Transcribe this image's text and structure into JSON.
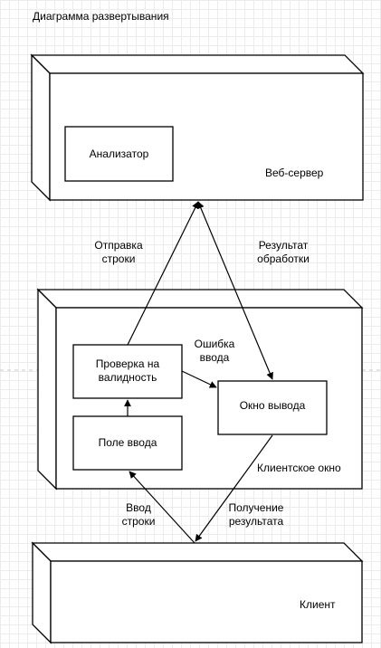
{
  "diagram": {
    "title": "Диаграмма развертывания",
    "nodes": {
      "web_server": "Веб-сервер",
      "client_window": "Клиентское окно",
      "client": "Клиент"
    },
    "components": {
      "analyzer": "Анализатор",
      "validation": [
        "Проверка на",
        "валидность"
      ],
      "output_window": "Окно вывода",
      "input_field": "Поле ввода"
    },
    "edge_labels": {
      "send_string": [
        "Отправка",
        "строки"
      ],
      "result": [
        "Результат",
        "обработки"
      ],
      "input_error": [
        "Ошибка",
        "ввода"
      ],
      "enter_string": [
        "Ввод",
        "строки"
      ],
      "get_result": [
        "Получение",
        "результата"
      ]
    }
  }
}
